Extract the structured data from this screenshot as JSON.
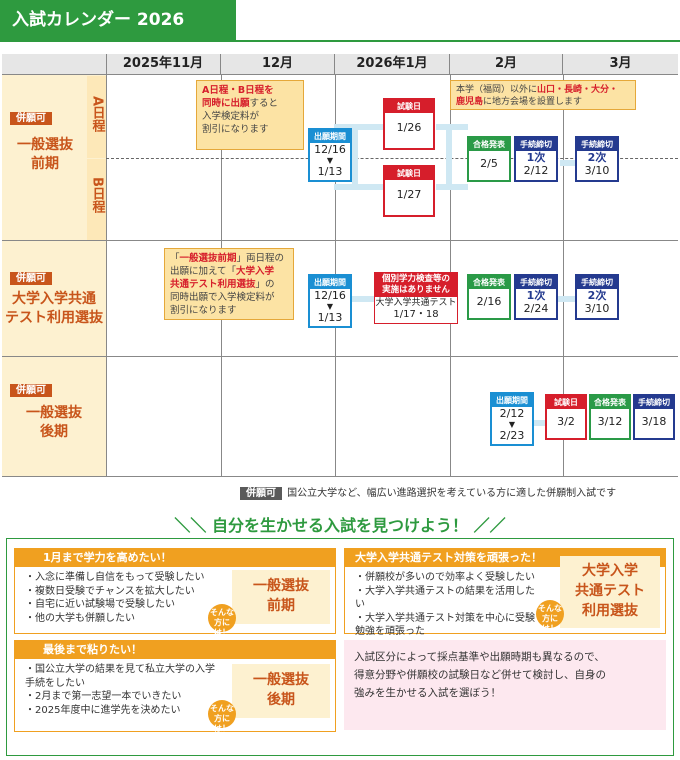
{
  "header": {
    "title": "入試カレンダー 2026"
  },
  "columns": [
    "2025年11月",
    "12月",
    "2026年1月",
    "2月",
    "3月"
  ],
  "rows": [
    {
      "badge": "併願可",
      "label_line1": "一般選抜",
      "label_line2": "前期",
      "sub_a": "A日程",
      "sub_b": "B日程"
    },
    {
      "badge": "併願可",
      "label_line1": "大学入学共通",
      "label_line2": "テスト利用選抜"
    },
    {
      "badge": "併願可",
      "label_line1": "一般選抜",
      "label_line2": "後期"
    }
  ],
  "row1": {
    "callout": {
      "em1": "A日程・B日程を",
      "em2": "同時に出願",
      "rest": "すると",
      "l3": "入学検定料が",
      "l4": "割引になります"
    },
    "note": {
      "l1a": "本学（福岡）以外に",
      "l1b": "山口・長崎・大分・",
      "l2a": "鹿児島",
      "l2b": "に地方会場を設置します"
    },
    "apply": {
      "cap": "出願期間",
      "from": "12/16",
      "arrow": "▼",
      "to": "1/13"
    },
    "examA": {
      "cap": "試験日",
      "val": "1/26"
    },
    "examB": {
      "cap": "試験日",
      "val": "1/27"
    },
    "result": {
      "cap": "合格発表",
      "val": "2/5"
    },
    "proc1": {
      "cap": "手続締切",
      "sub": "1次",
      "val": "2/12"
    },
    "proc2": {
      "cap": "手続締切",
      "sub": "2次",
      "val": "3/10"
    }
  },
  "row2": {
    "callout": {
      "l1a": "「",
      "l1b": "一般選抜前期",
      "l1c": "」両日程の",
      "l2a": "出願に加えて「",
      "l2b": "大学入学",
      "l3a": "共通テスト利用選抜",
      "l3b": "」の",
      "l4": "同時出願で入学検定料が",
      "l5": "割引になります"
    },
    "apply": {
      "cap": "出願期間",
      "from": "12/16",
      "arrow": "▼",
      "to": "1/13"
    },
    "notice": {
      "l1": "個別学力検査等の",
      "l2": "実施はありません"
    },
    "exam": {
      "l1": "大学入学共通テスト",
      "l2": "1/17・18"
    },
    "result": {
      "cap": "合格発表",
      "val": "2/16"
    },
    "proc1": {
      "cap": "手続締切",
      "sub": "1次",
      "val": "2/24"
    },
    "proc2": {
      "cap": "手続締切",
      "sub": "2次",
      "val": "3/10"
    }
  },
  "row3": {
    "apply": {
      "cap": "出願期間",
      "from": "2/12",
      "arrow": "▼",
      "to": "2/23"
    },
    "exam": {
      "cap": "試験日",
      "val": "3/2"
    },
    "result": {
      "cap": "合格発表",
      "val": "3/12"
    },
    "proc": {
      "cap": "手続締切",
      "val": "3/18"
    }
  },
  "legend": {
    "badge": "併願可",
    "text": "国公立大学など、幅広い進路選択を考えている方に適した併願制入試です"
  },
  "lower": {
    "banner": "自分を生かせる入試を見つけよう！",
    "card1": {
      "head": "1月まで学力を高めたい！",
      "items": [
        "入念に準備し自信をもって受験したい",
        "複数日受験でチャンスを拡大したい",
        "自宅に近い試験場で受験したい",
        "他の大学も併願したい"
      ],
      "side1": "一般選抜",
      "side2": "前期",
      "sonna1": "そんな",
      "sonna2": "方には！"
    },
    "card2": {
      "head": "大学入学共通テスト対策を頑張った！",
      "items": [
        "併願校が多いので効率よく受験したい",
        "大学入学共通テストの結果を活用したい",
        "大学入学共通テスト対策を中心に受験勉強を頑張った"
      ],
      "side1": "大学入学",
      "side2": "共通テスト",
      "side3": "利用選抜",
      "sonna1": "そんな",
      "sonna2": "方には！"
    },
    "card3": {
      "head": "最後まで粘りたい！",
      "items": [
        "国公立大学の結果を見て私立大学の入学手続をしたい",
        "2月まで第一志望一本でいきたい",
        "2025年度中に進学先を決めたい"
      ],
      "side1": "一般選抜",
      "side2": "後期",
      "sonna1": "そんな",
      "sonna2": "方には！"
    },
    "advice": {
      "l1": "入試区分によって採点基準や出願時期も異なるので、",
      "l2": "得意分野や併願校の試験日など併せて検討し、自身の",
      "l3": "強みを生かせる入試を選ぼう！"
    }
  }
}
